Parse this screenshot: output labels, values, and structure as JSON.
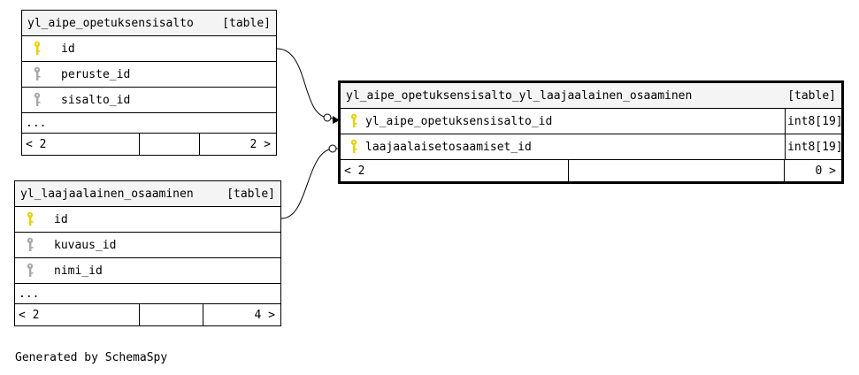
{
  "tables": [
    {
      "name": "yl_aipe_opetuksensisalto",
      "tag": "[table]",
      "columns": [
        {
          "name": "id",
          "key": "primary-key-icon"
        },
        {
          "name": "peruste_id",
          "key": "foreign-key-icon"
        },
        {
          "name": "sisalto_id",
          "key": "foreign-key-icon"
        }
      ],
      "more": "...",
      "footer": {
        "parents": "< 2",
        "children": "2 >"
      }
    },
    {
      "name": "yl_laajaalainen_osaaminen",
      "tag": "[table]",
      "columns": [
        {
          "name": "id",
          "key": "primary-key-icon"
        },
        {
          "name": "kuvaus_id",
          "key": "foreign-key-icon"
        },
        {
          "name": "nimi_id",
          "key": "foreign-key-icon"
        }
      ],
      "more": "...",
      "footer": {
        "parents": "< 2",
        "children": "4 >"
      }
    },
    {
      "name": "yl_aipe_opetuksensisalto_yl_laajaalainen_osaaminen",
      "tag": "[table]",
      "columns": [
        {
          "name": "yl_aipe_opetuksensisalto_id",
          "type": "int8[19]",
          "key": "primary-key-icon"
        },
        {
          "name": "laajaalaisetosaamiset_id",
          "type": "int8[19]",
          "key": "primary-key-icon"
        }
      ],
      "footer": {
        "parents": "< 2",
        "children": "0 >"
      }
    }
  ],
  "credit": "Generated by SchemaSpy",
  "colors": {
    "primary_key": "#e6d200",
    "foreign_key": "#a8a8a8",
    "header_bg": "#f4f4f4"
  }
}
